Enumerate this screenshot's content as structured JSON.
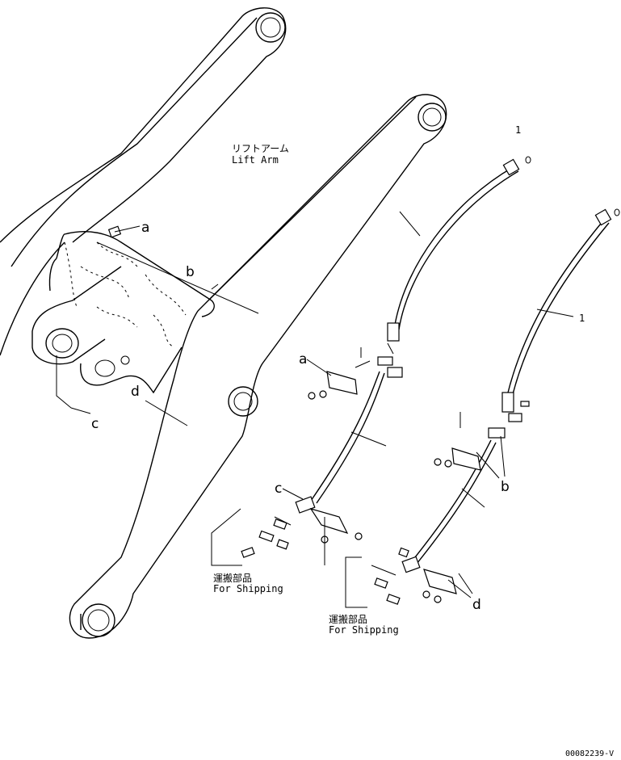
{
  "labels": {
    "lift_arm_jp": "リフトアーム",
    "lift_arm_en": "Lift Arm",
    "shipping_jp_1": "運搬部品",
    "shipping_en_1": "For Shipping",
    "shipping_jp_2": "運搬部品",
    "shipping_en_2": "For Shipping",
    "drawing_number": "00082239-V"
  },
  "callouts": {
    "a1": "a",
    "b1": "b",
    "c1": "c",
    "d1": "d",
    "a2": "a",
    "b2": "b",
    "c2": "c",
    "d2": "d",
    "part1_left": "1",
    "part1_right": "1"
  }
}
